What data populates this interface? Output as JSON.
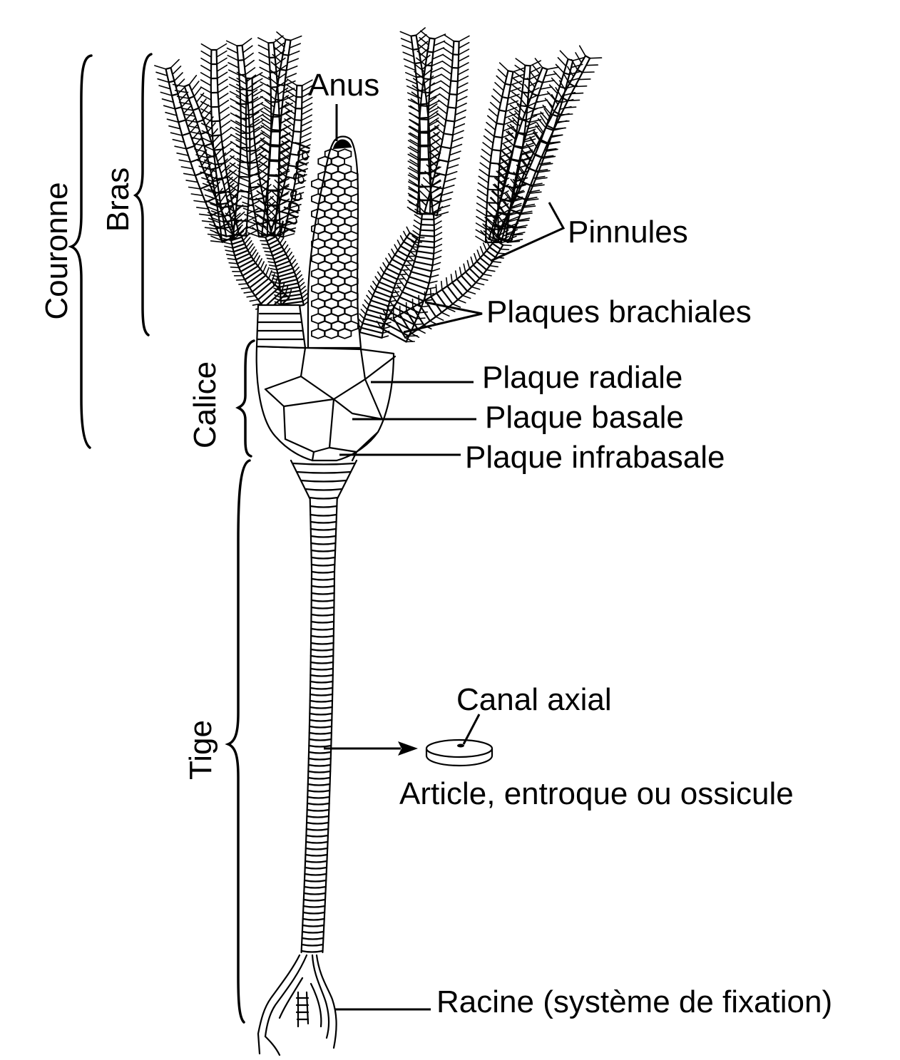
{
  "labels": {
    "couronne": "Couronne",
    "bras": "Bras",
    "calice": "Calice",
    "tige": "Tige",
    "anus": "Anus",
    "tube_anal": "Tube anal",
    "pinnules": "Pinnules",
    "plaques_brachiales": "Plaques brachiales",
    "plaque_radiale": "Plaque radiale",
    "plaque_basale": "Plaque basale",
    "plaque_infrabasale": "Plaque infrabasale",
    "canal_axial": "Canal axial",
    "article": "Article, entroque ou ossicule",
    "racine": "Racine (système de fixation)"
  },
  "colors": {
    "ink": "#000000",
    "background": "#ffffff"
  }
}
